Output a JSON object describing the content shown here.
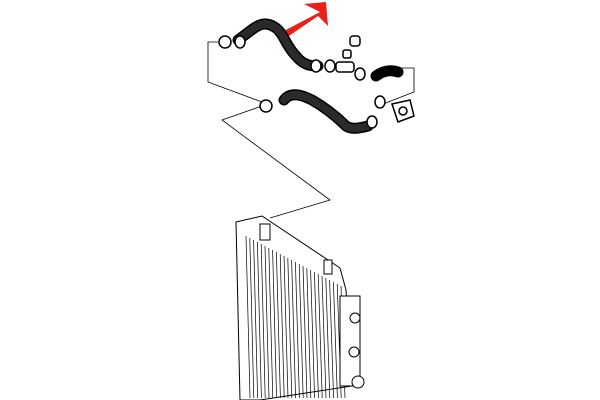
{
  "diagram": {
    "kind": "exploded-parts-drawing",
    "colors": {
      "background": "#ffffff",
      "line": "#000000",
      "hose_fill": "#1a1a1a",
      "highlight_arrow": "#e8201a"
    },
    "parts": [
      {
        "id": "upper-hose",
        "icon": "hose-icon",
        "highlighted": true
      },
      {
        "id": "lower-hose",
        "icon": "hose-icon",
        "highlighted": false
      },
      {
        "id": "short-hose",
        "icon": "hose-icon",
        "highlighted": false
      },
      {
        "id": "t-connector",
        "icon": "connector-icon",
        "highlighted": false
      },
      {
        "id": "thermostat-housing",
        "icon": "housing-icon",
        "highlighted": false
      },
      {
        "id": "radiator",
        "icon": "radiator-icon",
        "highlighted": false
      }
    ]
  }
}
